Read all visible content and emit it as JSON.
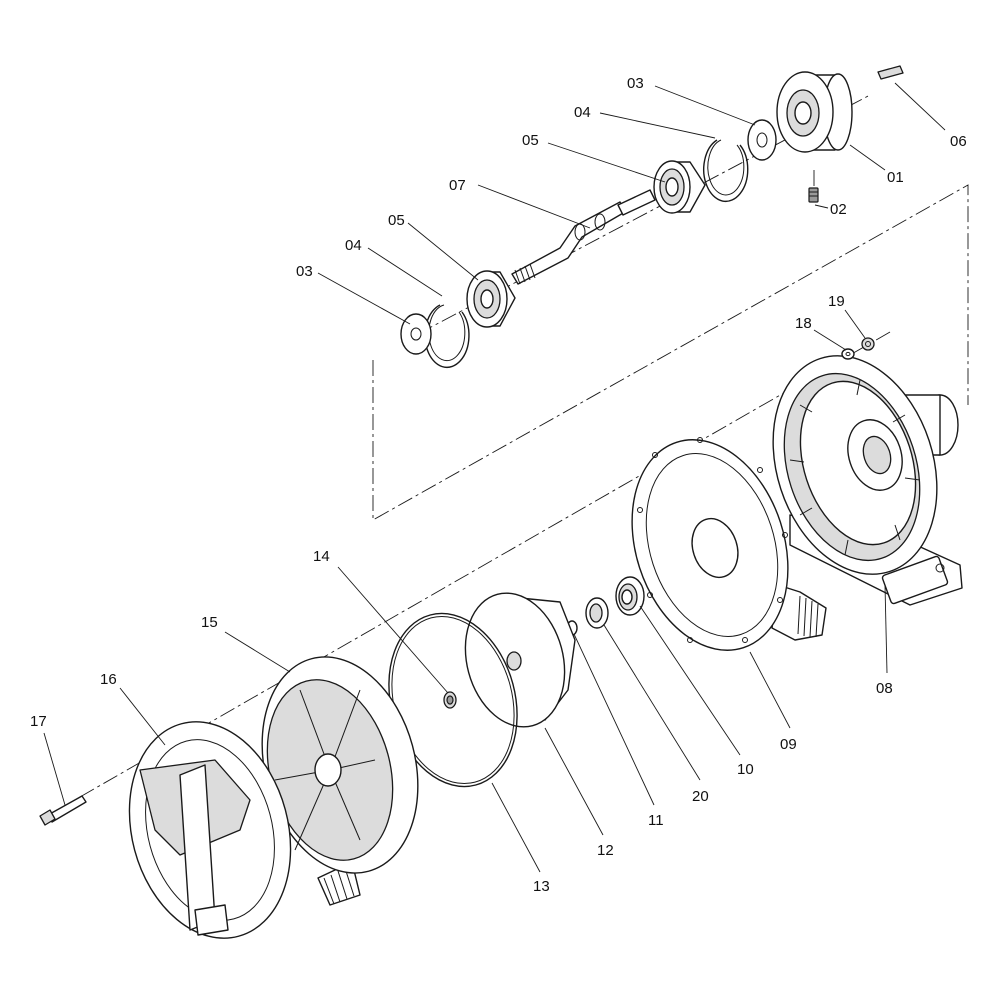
{
  "diagram": {
    "callouts": [
      {
        "id": "c01",
        "text": "01"
      },
      {
        "id": "c02",
        "text": "02"
      },
      {
        "id": "c03a",
        "text": "03"
      },
      {
        "id": "c03b",
        "text": "03"
      },
      {
        "id": "c04a",
        "text": "04"
      },
      {
        "id": "c04b",
        "text": "04"
      },
      {
        "id": "c05a",
        "text": "05"
      },
      {
        "id": "c05b",
        "text": "05"
      },
      {
        "id": "c06",
        "text": "06"
      },
      {
        "id": "c07",
        "text": "07"
      },
      {
        "id": "c08",
        "text": "08"
      },
      {
        "id": "c09",
        "text": "09"
      },
      {
        "id": "c10",
        "text": "10"
      },
      {
        "id": "c11",
        "text": "11"
      },
      {
        "id": "c12",
        "text": "12"
      },
      {
        "id": "c13",
        "text": "13"
      },
      {
        "id": "c14",
        "text": "14"
      },
      {
        "id": "c15",
        "text": "15"
      },
      {
        "id": "c16",
        "text": "16"
      },
      {
        "id": "c17",
        "text": "17"
      },
      {
        "id": "c18",
        "text": "18"
      },
      {
        "id": "c19",
        "text": "19"
      },
      {
        "id": "c20",
        "text": "20"
      }
    ]
  }
}
